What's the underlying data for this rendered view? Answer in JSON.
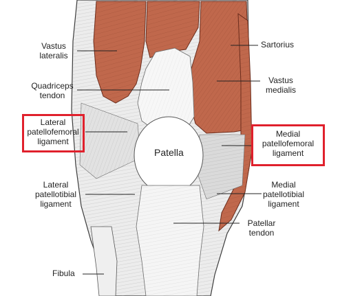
{
  "labels": {
    "vastus_lateralis": [
      "Vastus",
      "lateralis"
    ],
    "quadriceps_tendon": [
      "Quadriceps",
      "tendon"
    ],
    "lateral_patellofemoral_ligament": [
      "Lateral",
      "patellofemoral",
      "ligament"
    ],
    "lateral_patellotibial_ligament": [
      "Lateral",
      "patellotibial",
      "ligament"
    ],
    "fibula": [
      "Fibula"
    ],
    "sartorius": [
      "Sartorius"
    ],
    "vastus_medialis": [
      "Vastus",
      "medialis"
    ],
    "medial_patellofemoral_ligament": [
      "Medial",
      "patellofemoral",
      "ligament"
    ],
    "medial_patellotibial_ligament": [
      "Medial",
      "patellotibial",
      "ligament"
    ],
    "patellar_tendon": [
      "Patellar",
      "tendon"
    ],
    "patella": "Patella"
  },
  "colors": {
    "muscle": "#c0684c",
    "ligament": "#e9e9e9",
    "highlight": "#e0202c",
    "outline": "#3a3a3a"
  }
}
